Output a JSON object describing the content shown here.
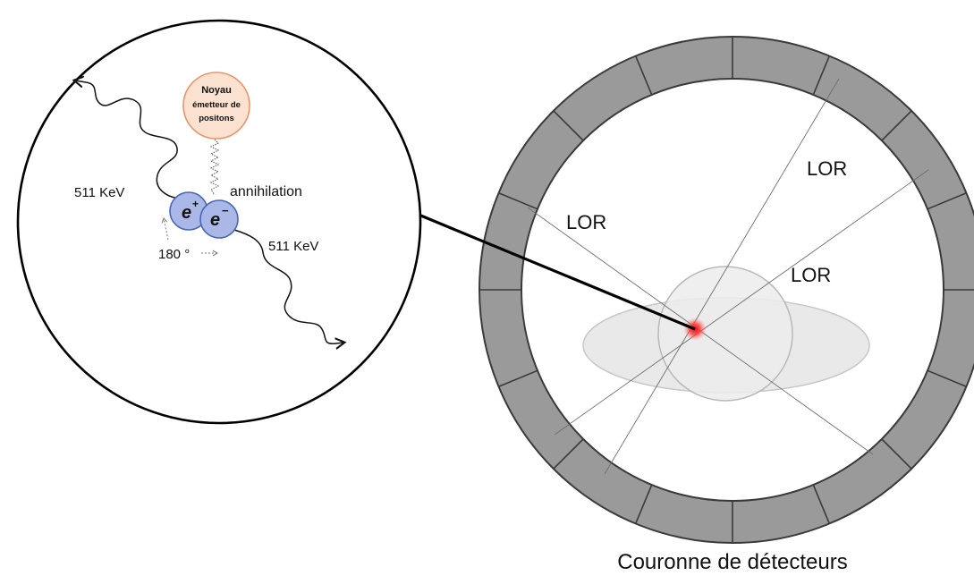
{
  "zoom": {
    "nucleus_label_line1": "Noyau",
    "nucleus_label_line2": "émetteur de",
    "nucleus_label_line3": "positons",
    "annihilation_label": "annihilation",
    "energy_label_left": "511 KeV",
    "energy_label_right": "511 KeV",
    "angle_label": "180 °",
    "positron_label": "e",
    "positron_sign": "+",
    "electron_label": "e",
    "electron_sign": "−"
  },
  "ring": {
    "lor_labels": [
      "LOR",
      "LOR",
      "LOR"
    ],
    "caption": "Couronne de détecteurs"
  },
  "colors": {
    "detector_fill": "#9a9a9a",
    "detector_stroke": "#3a3a3a",
    "nucleus_fill": "#fbe1cf",
    "nucleus_stroke": "#e8956a",
    "particle_fill": "#a9b8e6",
    "particle_stroke": "#4b64b8",
    "hotspot": "#ff2a2a"
  }
}
